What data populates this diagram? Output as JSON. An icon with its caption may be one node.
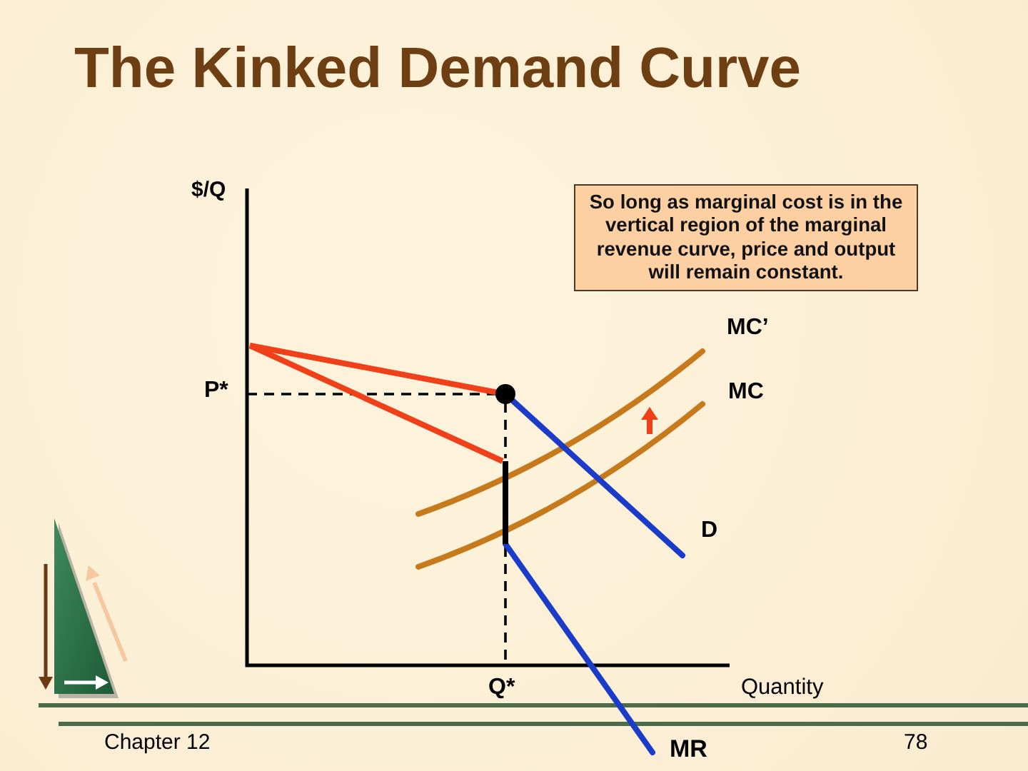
{
  "diagram": {
    "title": "The Kinked Demand Curve",
    "nodes": [
      {
        "text": [
          "So long as marginal cost is in the vertical region of the marginal revenue curve, price and output will remain constant."
        ]
      }
    ],
    "labels": [
      "$/Q",
      "MC’",
      "P*",
      "MC",
      "D",
      "Q*",
      "Quantity",
      "Chapter 12",
      "MR",
      "78"
    ]
  }
}
